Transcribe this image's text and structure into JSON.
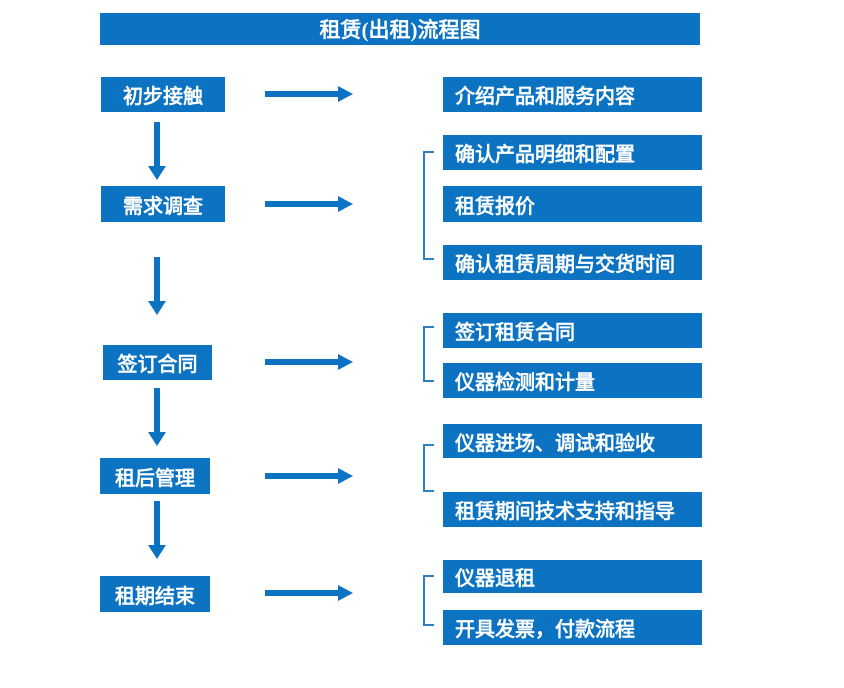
{
  "title": "租赁(出租)流程图",
  "colors": {
    "primary": "#0c72c2",
    "bracket_line": "#2e7fc1",
    "text_on_primary": "#ffffff",
    "background": "#ffffff"
  },
  "flow": {
    "stages": [
      {
        "label": "初步接触",
        "outputs": [
          "介绍产品和服务内容"
        ]
      },
      {
        "label": "需求调查",
        "outputs": [
          "确认产品明细和配置",
          "租赁报价",
          "确认租赁周期与交货时间"
        ]
      },
      {
        "label": "签订合同",
        "outputs": [
          "签订租赁合同",
          "仪器检测和计量"
        ]
      },
      {
        "label": "租后管理",
        "outputs": [
          "仪器进场、调试和验收",
          "租赁期间技术支持和指导"
        ]
      },
      {
        "label": "租期结束",
        "outputs": [
          "仪器退租",
          "开具发票，付款流程"
        ]
      }
    ]
  }
}
